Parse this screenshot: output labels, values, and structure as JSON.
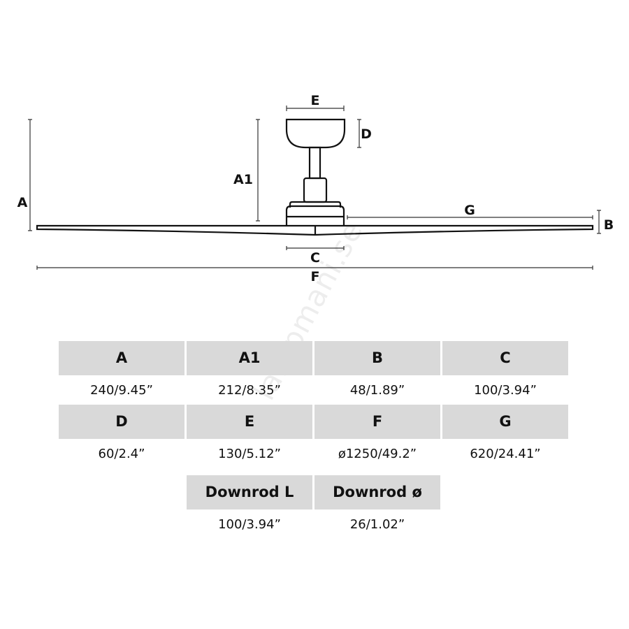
{
  "watermark": "lampmani.se",
  "diagram": {
    "labels": {
      "A": "A",
      "A1": "A1",
      "B": "B",
      "C": "C",
      "D": "D",
      "E": "E",
      "F": "F",
      "G": "G"
    }
  },
  "table": {
    "rows": [
      {
        "headers": [
          "A",
          "A1",
          "B",
          "C"
        ],
        "values": [
          "240/9.45”",
          "212/8.35”",
          "48/1.89”",
          "100/3.94”"
        ]
      },
      {
        "headers": [
          "D",
          "E",
          "F",
          "G"
        ],
        "values": [
          "60/2.4”",
          "130/5.12”",
          "ø1250/49.2”",
          "620/24.41”"
        ]
      },
      {
        "headers": [
          "Downrod L",
          "Downrod ø"
        ],
        "values": [
          "100/3.94”",
          "26/1.02”"
        ]
      }
    ]
  }
}
